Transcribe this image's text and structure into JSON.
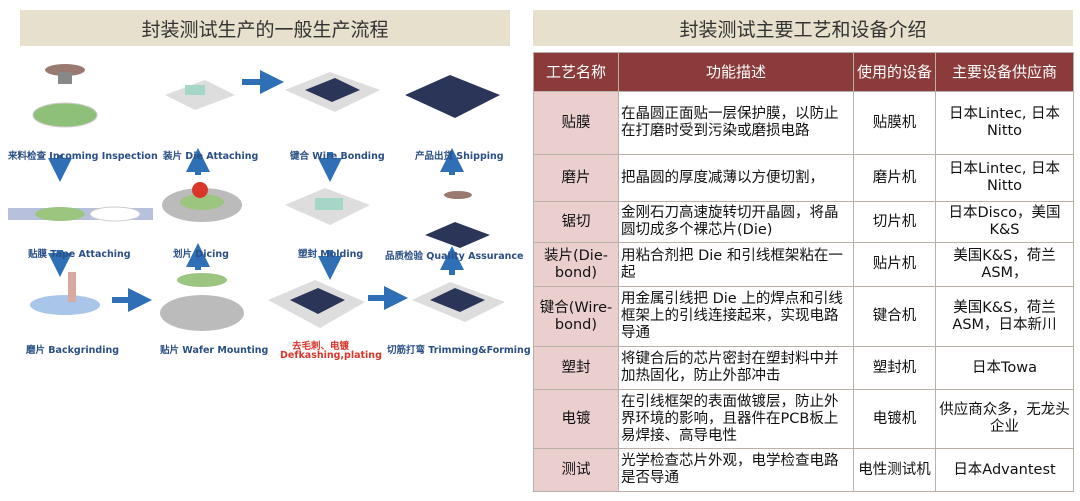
{
  "left_title": "封装测试生产的一般生产流程",
  "right_title": "封装测试主要工艺和设备介绍",
  "flow_steps": [
    "来料检查 Incoming Inspection",
    "贴膜 Tape Attaching",
    "磨片 Backgrinding",
    "贴片 Wafer Mounting",
    "划片 Dicing",
    "装片 Die Attaching",
    "键合 Wire Bonding",
    "塑封 Molding",
    "去毛刺、电镀",
    "Defkashing,plating",
    "切筋打弯 Trimming&Forming",
    "品质检验 Quality Assurance",
    "产品出货 Shipping"
  ],
  "table": {
    "headers": [
      "工艺名称",
      "功能描述",
      "使用的设备",
      "主要设备供应商"
    ],
    "rows": [
      [
        "贴膜",
        "在晶圆正面贴一层保护膜，以防止在打磨时受到污染或磨损电路",
        "贴膜机",
        "日本Lintec, 日本Nitto"
      ],
      [
        "磨片",
        "把晶圆的厚度减薄以方便切割，",
        "磨片机",
        "日本Lintec, 日本Nitto"
      ],
      [
        "锯切",
        "金刚石刀高速旋转切开晶圆，将晶圆切成多个裸芯片(Die)",
        "切片机",
        "日本Disco，美国K&S"
      ],
      [
        "装片(Die-bond)",
        "用粘合剂把 Die 和引线框架粘在一起",
        "贴片机",
        "美国K&S，荷兰ASM，"
      ],
      [
        "键合(Wire-bond)",
        "用金属引线把 Die 上的焊点和引线框架上的引线连接起来，实现电路导通",
        "键合机",
        "美国K&S，荷兰ASM，日本新川"
      ],
      [
        "塑封",
        "将键合后的芯片密封在塑封料中并加热固化，防止外部冲击",
        "塑封机",
        "日本Towa"
      ],
      [
        "电镀",
        "在引线框架的表面做镀层，防止外界环境的影响，且器件在PCB板上易焊接、高导电性",
        "电镀机",
        "供应商众多，无龙头企业"
      ],
      [
        "测试",
        "光学检查芯片外观，电学检查电路是否导通",
        "电性测试机",
        "日本Advantest"
      ]
    ]
  }
}
